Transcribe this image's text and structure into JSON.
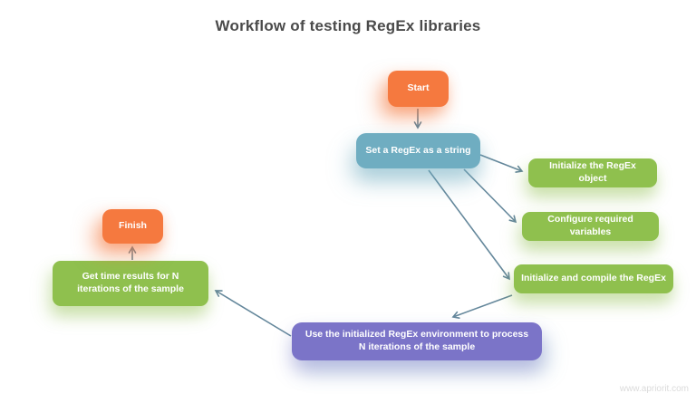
{
  "title": "Workflow of testing RegEx libraries",
  "watermark": "www.apriorit.com",
  "colors": {
    "canvas-bg": "#ffffff",
    "node-orange": "#f5793f",
    "node-blue": "#6fadc1",
    "node-green": "#8fc04e",
    "node-purple": "#7b74c8",
    "node-text": "#ffffff",
    "arrow": "#64879b",
    "title-text": "#4a4a4a",
    "watermark-text": "#dbdbdb"
  },
  "nodes": {
    "start": {
      "label": "Start"
    },
    "set_regex": {
      "label": "Set a RegEx as a string"
    },
    "init_object": {
      "label": "Initialize the RegEx object"
    },
    "config_vars": {
      "label": "Configure required variables"
    },
    "init_compile": {
      "label": "Initialize and compile the RegEx"
    },
    "process": {
      "label": "Use the initialized RegEx environment to process N iterations of the sample"
    },
    "get_time": {
      "label": "Get time results for N iterations of the sample"
    },
    "finish": {
      "label": "Finish"
    }
  },
  "edges": [
    {
      "from": "start",
      "to": "set_regex"
    },
    {
      "from": "set_regex",
      "to": "init_object"
    },
    {
      "from": "set_regex",
      "to": "config_vars"
    },
    {
      "from": "set_regex",
      "to": "init_compile"
    },
    {
      "from": "init_compile",
      "to": "process"
    },
    {
      "from": "process",
      "to": "get_time"
    },
    {
      "from": "get_time",
      "to": "finish"
    }
  ]
}
